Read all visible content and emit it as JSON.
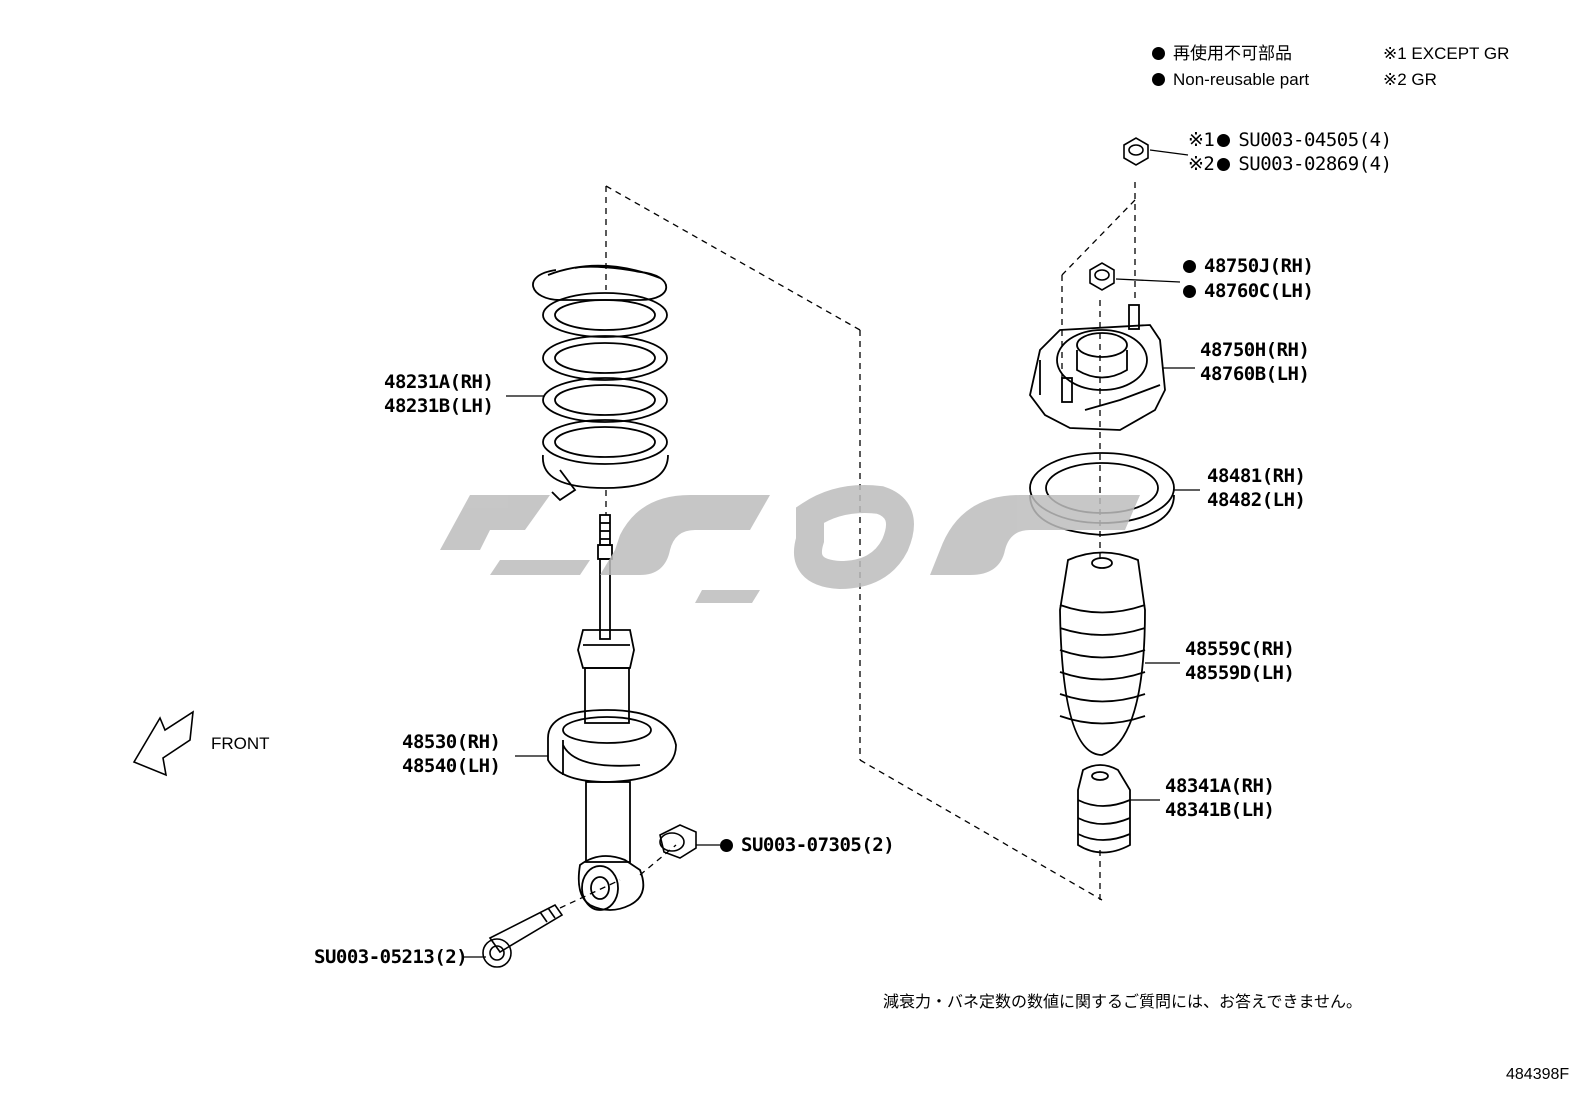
{
  "legend": {
    "jp": "再使用不可部品",
    "en": "Non-reusable part",
    "note1": "※1 EXCEPT GR",
    "note2": "※2 GR"
  },
  "labels": {
    "spring_rh": "48231A(RH)",
    "spring_lh": "48231B(LH)",
    "shock_rh": "48530(RH)",
    "shock_lh": "48540(LH)",
    "front": "FRONT",
    "nut_bottom": "SU003-07305(2)",
    "bolt_bottom": "SU003-05213(2)",
    "nut_top_1_mark": "※1",
    "nut_top_1": "SU003-04505(4)",
    "nut_top_2_mark": "※2",
    "nut_top_2": "SU003-02869(4)",
    "nut_mid_rh": "48750J(RH)",
    "nut_mid_lh": "48760C(LH)",
    "mount_rh": "48750H(RH)",
    "mount_lh": "48760B(LH)",
    "seat_rh": "48481(RH)",
    "seat_lh": "48482(LH)",
    "boot_rh": "48559C(RH)",
    "boot_lh": "48559D(LH)",
    "bumper_rh": "48341A(RH)",
    "bumper_lh": "48341B(LH)"
  },
  "note_jp": "減衰力・バネ定数の数値に関するご質問には、お答えできません。",
  "diagram_id": "484398F"
}
